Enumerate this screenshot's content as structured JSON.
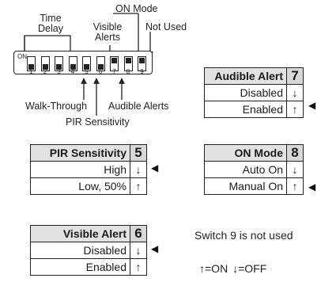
{
  "dip_labels": {
    "time_delay": "Time Delay",
    "visible_alerts": "Visible Alerts",
    "on_mode": "ON Mode",
    "not_used": "Not Used",
    "walk_through": "Walk-Through",
    "pir_sensitivity": "PIR Sensitivity",
    "audible_alerts": "Audible Alerts"
  },
  "dip_switch": {
    "on_text": "ON",
    "numbers": [
      "1",
      "2",
      "3",
      "4",
      "5",
      "6",
      "7",
      "8",
      "9"
    ],
    "states": [
      "off",
      "off",
      "off",
      "off",
      "off",
      "off",
      "on",
      "on",
      "on"
    ]
  },
  "tables": {
    "audible_alert": {
      "title": "Audible Alert",
      "number": "7",
      "rows": [
        {
          "label": "Disabled",
          "arrow": "↓"
        },
        {
          "label": "Enabled",
          "arrow": "↑"
        }
      ],
      "selected_row": 1
    },
    "pir_sensitivity": {
      "title": "PIR Sensitivity",
      "number": "5",
      "rows": [
        {
          "label": "High",
          "arrow": "↓"
        },
        {
          "label": "Low, 50%",
          "arrow": "↑"
        }
      ],
      "selected_row": 0
    },
    "on_mode": {
      "title": "ON Mode",
      "number": "8",
      "rows": [
        {
          "label": "Auto On",
          "arrow": "↓"
        },
        {
          "label": "Manual On",
          "arrow": "↑"
        }
      ],
      "selected_row": 1
    },
    "visible_alert": {
      "title": "Visible Alert",
      "number": "6",
      "rows": [
        {
          "label": "Disabled",
          "arrow": "↓"
        },
        {
          "label": "Enabled",
          "arrow": "↑"
        }
      ],
      "selected_row": 0
    }
  },
  "selection_marker": "◀",
  "notes": {
    "switch9": "Switch 9 is not used",
    "legend_on_arrow": "↑",
    "legend_on_text": "=ON",
    "legend_off_arrow": "↓",
    "legend_off_text": "=OFF"
  }
}
